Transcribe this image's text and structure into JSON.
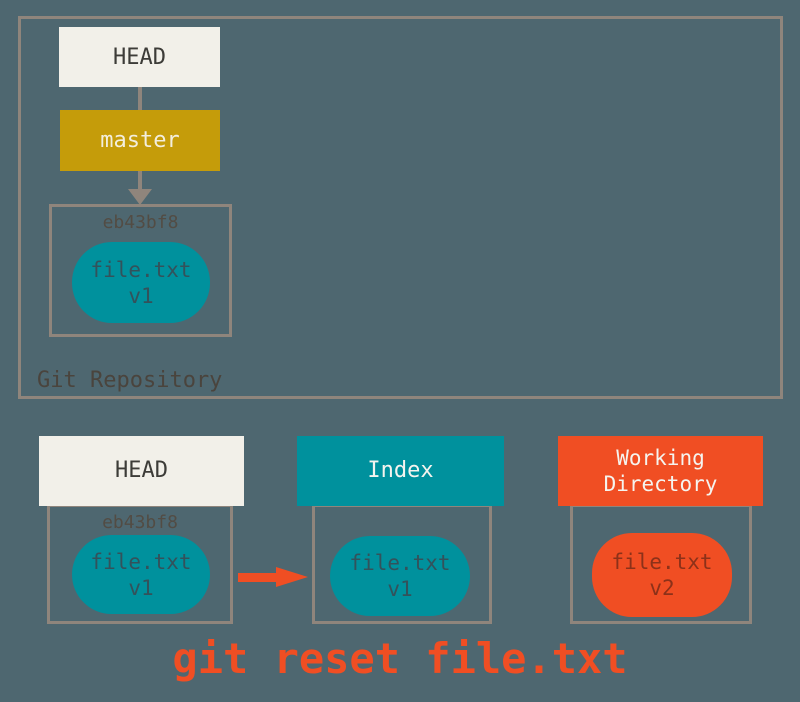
{
  "colors": {
    "background": "#4e6770",
    "outline": "#8f857c",
    "head-fill": "#f2f0e9",
    "head-text": "#3d3c38",
    "master-fill": "#c59c0a",
    "master-text": "#f3eedd",
    "teal": "#00919d",
    "teal-blob-text": "#33525b",
    "red": "#f04e23",
    "red-blob-text": "#8c3119",
    "hash-text": "#524c44",
    "repo-label-text": "#4a443d",
    "header-light-text": "#f5f4ef"
  },
  "repository": {
    "label": "Git Repository",
    "head_label": "HEAD",
    "branch_label": "master",
    "commit": {
      "hash": "eb43bf8",
      "file": "file.txt",
      "version": "v1"
    }
  },
  "columns": [
    {
      "id": "head",
      "title": "HEAD",
      "hash": "eb43bf8",
      "file": "file.txt",
      "version": "v1"
    },
    {
      "id": "index",
      "title": "Index",
      "hash": "",
      "file": "file.txt",
      "version": "v1"
    },
    {
      "id": "working-directory",
      "title": "Working Directory",
      "hash": "",
      "file": "file.txt",
      "version": "v2"
    }
  ],
  "caption": "git reset file.txt"
}
